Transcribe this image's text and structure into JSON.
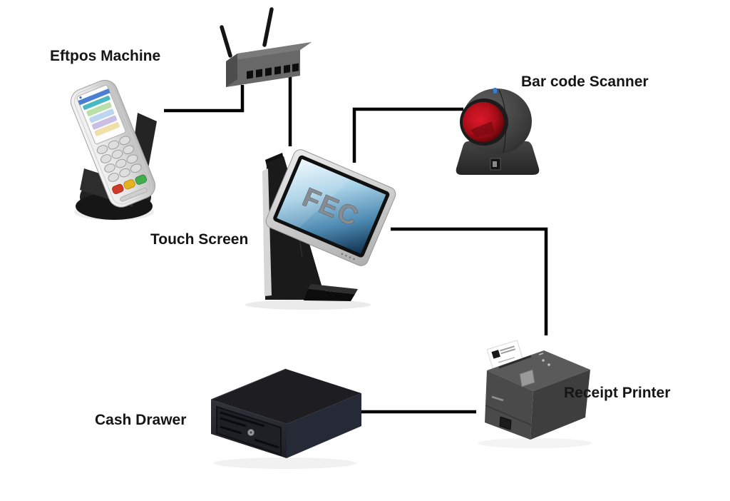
{
  "diagram": {
    "kind": "pos-system-setup-diagram",
    "background_color": "#ffffff",
    "connector_color": "#000000",
    "connector_width": 4.5
  },
  "labels": {
    "eftpos_machine": "Eftpos Machine",
    "barcode_scanner": "Bar code Scanner",
    "touch_screen": "Touch Screen",
    "cash_drawer": "Cash Drawer",
    "receipt_printer": "Receipt Printer"
  },
  "touch_screen": {
    "screen_logo": "FEC"
  },
  "connections": [
    {
      "from": "eftpos_machine",
      "to": "network_hub"
    },
    {
      "from": "network_hub",
      "to": "touch_screen"
    },
    {
      "from": "barcode_scanner",
      "to": "touch_screen"
    },
    {
      "from": "touch_screen",
      "to": "receipt_printer"
    },
    {
      "from": "cash_drawer",
      "to": "receipt_printer"
    }
  ],
  "colors": {
    "hub_gray": "#6e6e6e",
    "scanner_window_red": "#b2121f",
    "scanner_led_blue": "#3a7bd5",
    "eftpos_key_red": "#cf3b2a",
    "eftpos_key_yellow": "#e5b320",
    "eftpos_key_green": "#43ad4c",
    "touch_screen_blue": "#7fb6d9",
    "cash_drawer_black": "#1d1d22",
    "printer_gray": "#4a4a4a"
  }
}
